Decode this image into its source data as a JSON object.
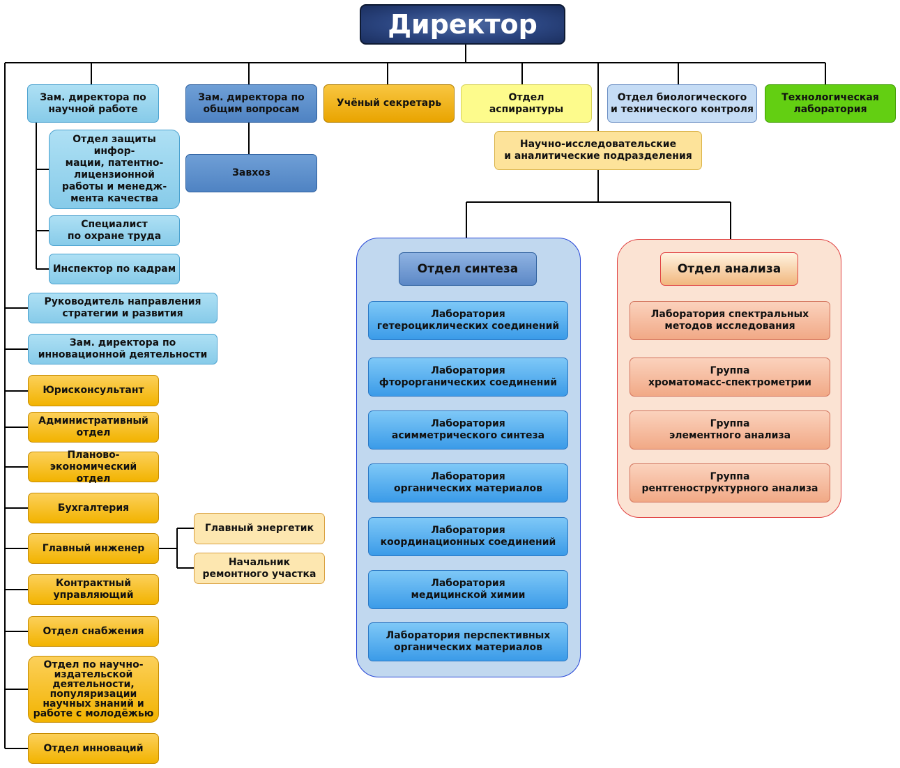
{
  "director": "Директор",
  "top_row": {
    "deputy_science": "Зам. директора по\nнаучной работе",
    "deputy_general": "Зам. директора по\nобщим вопросам",
    "scientific_secretary": "Учёный секретарь",
    "postgraduate": "Отдел\nаспирантуры",
    "bio_control": "Отдел биологического\nи технического контроля",
    "tech_lab": "Технологическая\nлаборатория"
  },
  "science_branch": [
    "Отдел защиты инфор-\nмации, патентно-\nлицензионной\nработы и менедж-\nмента качества",
    "Специалист\nпо охране труда",
    "Инспектор по кадрам"
  ],
  "general_branch": {
    "supply_manager": "Завхоз"
  },
  "research_units": "Научно-исследовательские\nи аналитические подразделения",
  "left_column": {
    "strategy_head": "Руководитель направления\nстратегии и развития",
    "deputy_innovation": "Зам. директора по\nинновационной деятельности",
    "legal": "Юрисконсультант",
    "admin": "Административный\nотдел",
    "planning": "Планово-\nэкономический отдел",
    "accounting": "Бухгалтерия",
    "chief_engineer": "Главный инженер",
    "contract": "Контрактный\nуправляющий",
    "procurement": "Отдел снабжения",
    "publishing": "Отдел по научно-\nиздательской\nдеятельности,\nпопуляризации\nнаучных знаний и\nработе с молодёжью",
    "innovation": "Отдел инноваций"
  },
  "engineer_branch": {
    "power": "Главный энергетик",
    "repair": "Начальник\nремонтного участка"
  },
  "synthesis": {
    "title": "Отдел синтеза",
    "labs": [
      "Лаборатория\nгетероциклических соединений",
      "Лаборатория\nфторорганических соединений",
      "Лаборатория\nасимметрического синтеза",
      "Лаборатория\nорганических материалов",
      "Лаборатория\nкоординационных соединений",
      "Лаборатория\nмедицинской химии",
      "Лаборатория перспективных\nорганических материалов"
    ]
  },
  "analysis": {
    "title": "Отдел анализа",
    "labs": [
      "Лаборатория спектральных\nметодов исследования",
      "Группа\nхроматомасс-спектрометрии",
      "Группа\nэлементного анализа",
      "Группа\nрентгеноструктурного анализа"
    ]
  }
}
